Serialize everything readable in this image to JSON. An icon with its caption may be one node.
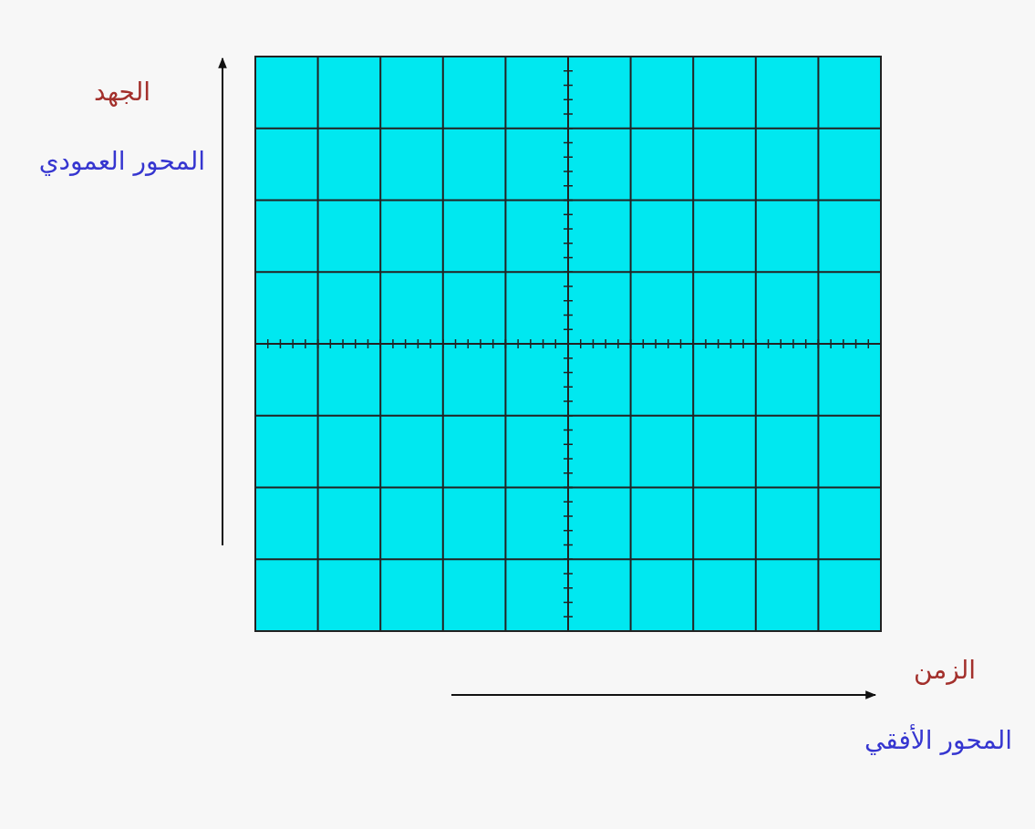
{
  "diagram": {
    "labels": [
      "الجهد",
      "المحور العمودي",
      "الزمن",
      "المحور الأفقي"
    ]
  }
}
